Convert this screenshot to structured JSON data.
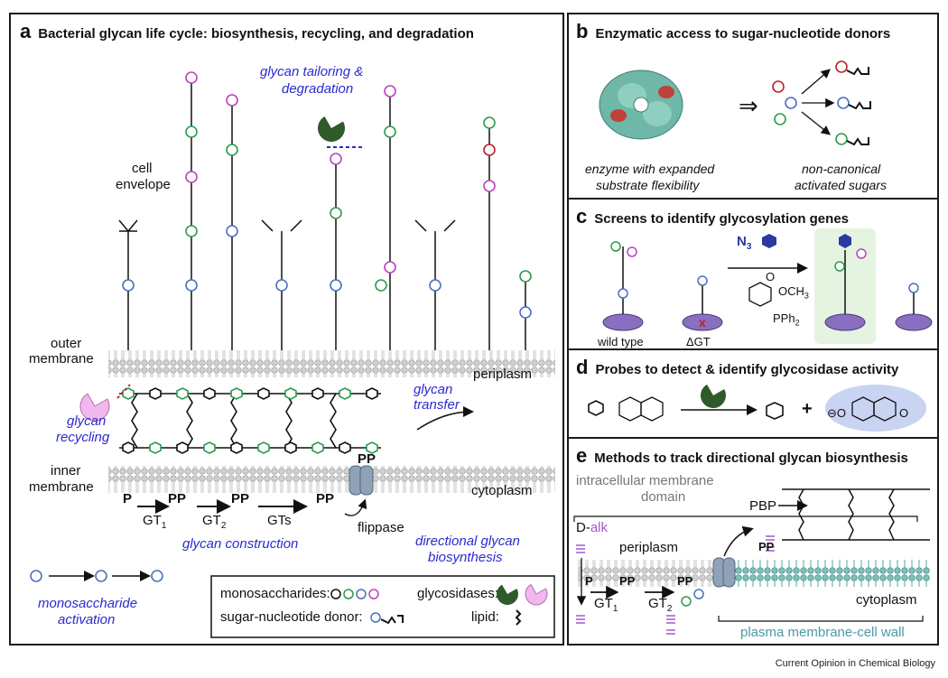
{
  "panel_a": {
    "letter": "a",
    "title": "Bacterial glycan life cycle: biosynthesis, recycling, and degradation",
    "labels": {
      "glycan_tailoring": "glycan tailoring &",
      "degradation": "degradation",
      "cell": "cell",
      "envelope": "envelope",
      "outer": "outer",
      "membrane1": "membrane",
      "periplasm": "periplasm",
      "glycan_recycling_1": "glycan",
      "glycan_recycling_2": "recycling",
      "glycan_transfer_1": "glycan",
      "glycan_transfer_2": "transfer",
      "inner": "inner",
      "membrane2": "membrane",
      "cytoplasm": "cytoplasm",
      "P": "P",
      "PP1": "PP",
      "PP2": "PP",
      "PP3": "PP",
      "PP4": "PP",
      "GT1": "GT",
      "GT1_sub": "1",
      "GT2": "GT",
      "GT2_sub": "2",
      "GTs": "GTs",
      "flippase": "flippase",
      "glycan_construction": "glycan construction",
      "directional_1": "directional glycan",
      "directional_2": "biosynthesis",
      "mono_1": "monosaccharide",
      "mono_2": "activation"
    },
    "legend": {
      "monosaccharides": "monosaccharides:",
      "glycosidases": "glycosidases:",
      "donor": "sugar-nucleotide donor:",
      "lipid": "lipid:"
    }
  },
  "panel_b": {
    "letter": "b",
    "title": "Enzymatic access to sugar-nucleotide donors",
    "caption_left_1": "enzyme with expanded",
    "caption_left_2": "substrate flexibility",
    "caption_right_1": "non-canonical",
    "caption_right_2": "activated sugars",
    "arrow": "⇒"
  },
  "panel_c": {
    "letter": "c",
    "title": "Screens to identify glycosylation genes",
    "azide": "N",
    "azide_sub": "3",
    "ester": "OCH",
    "ester_sub": "3",
    "carbonyl": "O",
    "phosphine": "PPh",
    "phosphine_sub": "2",
    "wild_type": "wild type",
    "delta_gt": "ΔGT"
  },
  "panel_d": {
    "letter": "d",
    "title": "Probes to detect & identify glycosidase activity",
    "plus": "+",
    "oxygen_minus": "⊖O",
    "carbonyl": "O"
  },
  "panel_e": {
    "letter": "e",
    "title": "Methods to track directional glycan biosynthesis",
    "intracellular_1": "intracellular membrane",
    "intracellular_2": "domain",
    "d_alk_prefix": "D-",
    "d_alk_suffix": "alk",
    "periplasm": "periplasm",
    "PBP": "PBP",
    "P": "P",
    "PP1": "PP",
    "PP2": "PP",
    "PP3": "PP",
    "GT1": "GT",
    "GT1_sub": "1",
    "GT2": "GT",
    "GT2_sub": "2",
    "cytoplasm": "cytoplasm",
    "plasma": "plasma membrane-cell wall"
  },
  "colors": {
    "black": "#111111",
    "blue_text": "#2a2ad0",
    "magenta": "#c040c0",
    "green": "#2e9a4c",
    "blue_sugar": "#4a6fc0",
    "red": "#b8202a",
    "glycosidase_green": "#2f5a2a",
    "glycosidase_pink": "#f0b8ec",
    "membrane_gray": "#bdbdbd",
    "membrane_teal": "#5aa7a0",
    "flippase": "#8fa2b7",
    "panel_c_highlight": "#e4f4e0",
    "panel_d_highlight": "#c9d3f2",
    "alkyne_purple": "#a05ac8"
  },
  "footer": "Current Opinion in Chemical Biology"
}
